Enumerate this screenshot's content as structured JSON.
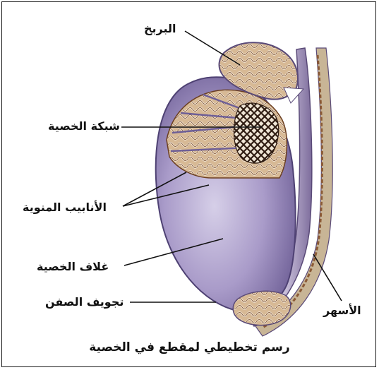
{
  "labels": {
    "epididymis": "البربخ",
    "rete_testis": "شبكة الخصية",
    "seminiferous_tubules": "الأنابيب المنوية",
    "tunica": "غلاف الخصية",
    "scrotal_cavity": "تجويف الصفن",
    "vas_deferens": "الأسهر"
  },
  "caption": "رسم تخطيطي لمقطع في الخصية",
  "colors": {
    "tunica_fill": "#a99bc9",
    "tunica_dark": "#6e5f96",
    "tissue": "#c9a684",
    "tubule_light": "#efe4d2",
    "tubule_dark": "#7a4a2a",
    "leader": "#111111"
  }
}
